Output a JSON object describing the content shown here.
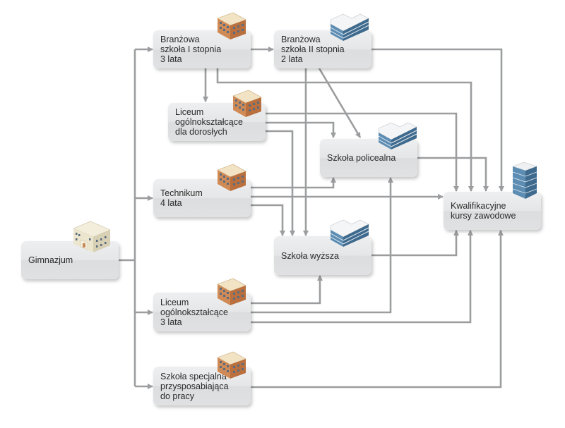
{
  "diagram": {
    "type": "flow",
    "nodes": [
      {
        "id": "gimnazjum",
        "lines": [
          "Gimnazjum"
        ],
        "icon": "classic-building-icon"
      },
      {
        "id": "branzowa1",
        "lines": [
          "Branżowa",
          "szkoła I stopnia",
          "3 lata"
        ],
        "icon": "brick-building-icon"
      },
      {
        "id": "branzowa2",
        "lines": [
          "Branżowa",
          "szkoła II stopnia",
          "2 lata"
        ],
        "icon": "glass-office-building-icon"
      },
      {
        "id": "liceum_dorosli",
        "lines": [
          "Liceum",
          "ogólnokształcące",
          "dla dorosłych"
        ],
        "icon": "brick-building-icon"
      },
      {
        "id": "policealna",
        "lines": [
          "Szkoła policealna"
        ],
        "icon": "glass-office-building-icon"
      },
      {
        "id": "technikum",
        "lines": [
          "Technikum",
          "4 lata"
        ],
        "icon": "brick-building-icon"
      },
      {
        "id": "kwalifikacyjne",
        "lines": [
          "Kwalifikacyjne",
          "kursy zawodowe"
        ],
        "icon": "glass-tower-icon"
      },
      {
        "id": "wyzsza",
        "lines": [
          "Szkoła wyższa"
        ],
        "icon": "glass-office-building-icon"
      },
      {
        "id": "liceum3",
        "lines": [
          "Liceum",
          "ogólnokształcące",
          "3 lata"
        ],
        "icon": "brick-building-icon"
      },
      {
        "id": "specjalna",
        "lines": [
          "Szkoła specjalna",
          "przysposabiająca",
          "do pracy"
        ],
        "icon": "brick-building-icon"
      }
    ],
    "edges": [
      {
        "from": "gimnazjum",
        "to": "branzowa1"
      },
      {
        "from": "gimnazjum",
        "to": "technikum"
      },
      {
        "from": "gimnazjum",
        "to": "liceum3"
      },
      {
        "from": "gimnazjum",
        "to": "specjalna"
      },
      {
        "from": "branzowa1",
        "to": "branzowa2"
      },
      {
        "from": "branzowa1",
        "to": "liceum_dorosli"
      },
      {
        "from": "branzowa1",
        "to": "kwalifikacyjne"
      },
      {
        "from": "branzowa2",
        "to": "kwalifikacyjne"
      },
      {
        "from": "branzowa2",
        "to": "wyzsza"
      },
      {
        "from": "branzowa2",
        "to": "policealna"
      },
      {
        "from": "liceum_dorosli",
        "to": "kwalifikacyjne"
      },
      {
        "from": "liceum_dorosli",
        "to": "policealna"
      },
      {
        "from": "liceum_dorosli",
        "to": "wyzsza"
      },
      {
        "from": "policealna",
        "to": "kwalifikacyjne"
      },
      {
        "from": "technikum",
        "to": "policealna"
      },
      {
        "from": "technikum",
        "to": "kwalifikacyjne"
      },
      {
        "from": "technikum",
        "to": "wyzsza"
      },
      {
        "from": "wyzsza",
        "to": "kwalifikacyjne"
      },
      {
        "from": "liceum3",
        "to": "wyzsza"
      },
      {
        "from": "liceum3",
        "to": "policealna"
      },
      {
        "from": "liceum3",
        "to": "kwalifikacyjne"
      },
      {
        "from": "specjalna",
        "to": "kwalifikacyjne"
      }
    ]
  },
  "colors": {
    "connector": "#9c9d9f",
    "node_fill": "#e3e4e6",
    "text": "#2b2b2b",
    "brick": "#d08a55",
    "glass": "#4a7fa6"
  }
}
